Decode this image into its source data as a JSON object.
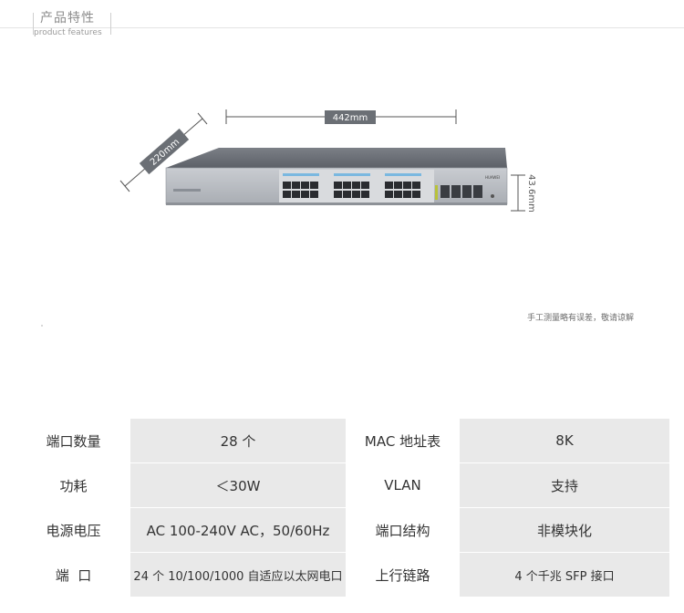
{
  "header": {
    "title_cn": "产品特性",
    "title_en": "product features"
  },
  "dimensions": {
    "width": "442mm",
    "depth": "220mm",
    "height": "43.6mm"
  },
  "device": {
    "brand": "HUAWEI"
  },
  "note": "手工测量略有误差，敬请谅解",
  "specs": [
    {
      "label1": "端口数量",
      "value1": "28 个",
      "label2": "MAC 地址表",
      "value2": "8K"
    },
    {
      "label1": "功耗",
      "value1": "＜30W",
      "label2": "VLAN",
      "value2": "支持"
    },
    {
      "label1": "电源电压",
      "value1": "AC 100-240V AC，50/60Hz",
      "label2": "端口结构",
      "value2": "非模块化"
    },
    {
      "label1": "端  口",
      "value1": "24 个 10/100/1000 自适应以太网电口",
      "label2": "上行链路",
      "value2": "4 个千兆 SFP 接口"
    }
  ]
}
